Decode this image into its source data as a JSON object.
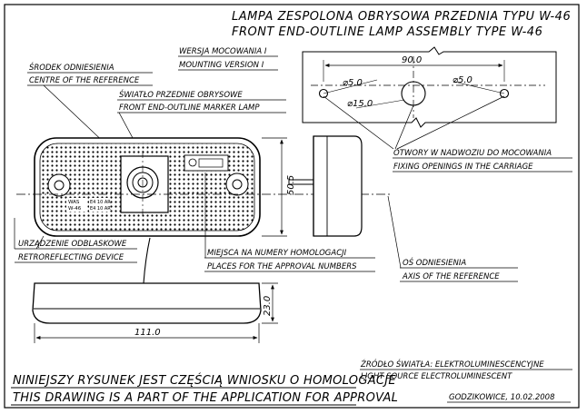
{
  "title": {
    "line1": "LAMPA ZESPOLONA OBRYSOWA PRZEDNIA TYPU W-46",
    "line2": "FRONT END-OUTLINE LAMP ASSEMBLY TYPE W-46"
  },
  "labels": {
    "mounting_pl": "WERSJA MOCOWANIA I",
    "mounting_en": "MOUNTING VERSION I",
    "ref_centre_pl": "ŚRODEK ODNIESIENIA",
    "ref_centre_en": "CENTRE OF THE REFERENCE",
    "marker_pl": "ŚWIATŁO PRZEDNIE OBRYSOWE",
    "marker_en": "FRONT END-OUTLINE MARKER LAMP",
    "openings_pl": "OTWORY W NADWOZIU DO MOCOWANIA",
    "openings_en": "FIXING OPENINGS IN THE CARRIAGE",
    "retro_pl": "URZĄDZENIE ODBLASKOWE",
    "retro_en": "RETROREFLECTING DEVICE",
    "approval_pl": "MIEJSCA NA NUMERY HOMOLOGACJI",
    "approval_en": "PLACES FOR THE APPROVAL NUMBERS",
    "axis_pl": "OŚ ODNIESIENIA",
    "axis_en": "AXIS OF THE REFERENCE",
    "source_pl": "ŹRÓDŁO ŚWIATŁA: ELEKTROLUMINESCENCYJNE",
    "source_en": "LIGHT SOURCE ELECTROLUMINESCENT"
  },
  "dimensions": {
    "hole_spacing": "90.0",
    "hole_small_left": "⌀5.0",
    "hole_small_right": "⌀5.0",
    "hole_big": "⌀15.0",
    "lamp_height": "50.5",
    "side_height": "23.0",
    "lamp_width": "111.0"
  },
  "lamp_markings": {
    "code_a": "WAS",
    "code_b": "W-46",
    "approval_a": "E4 10 AR",
    "approval_b": "E4 10 AR"
  },
  "footer": {
    "note_pl": "NINIEJSZY RYSUNEK JEST CZĘŚCIĄ WNIOSKU O HOMOLOGACJE",
    "note_en": "THIS DRAWING IS A PART OF THE APPLICATION FOR APPROVAL",
    "place_date": "GODZIKOWICE, 10.02.2008"
  }
}
